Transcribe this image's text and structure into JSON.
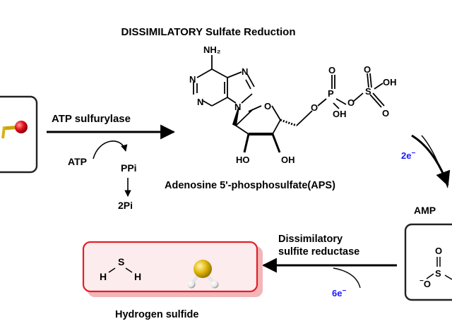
{
  "title": "DISSIMILATORY  Sulfate Reduction",
  "colors": {
    "arrow": "#000000",
    "electrons": "#1a1aff",
    "product_box_border": "#e0202a",
    "product_box_fill": "#fdeced",
    "product_box_shadow": "#f2b6b9",
    "sulfur": "#e2b80c",
    "oxygen": "#e5101a"
  },
  "step1": {
    "enzyme": "ATP sulfurylase",
    "input": "ATP",
    "byproduct": "PPi",
    "hydrolysis_product": "2Pi"
  },
  "aps": {
    "name": "Adenosine 5'-phosphosulfate(APS)",
    "atoms": {
      "nh2": "NH₂",
      "n1": "N",
      "n3": "N",
      "n7": "N",
      "n9": "N",
      "ring_o": "O",
      "oh_left": "HO",
      "oh_right": "OH",
      "o_5p": "O",
      "p": "P",
      "p_o_top": "O",
      "p_oh": "OH",
      "o_bridge": "O",
      "s": "S",
      "s_o_top": "O",
      "s_o_bottom": "O",
      "s_oh": "OH"
    }
  },
  "step2": {
    "electrons": "2e",
    "electron_charge": "−",
    "product": "AMP"
  },
  "sulfite": {
    "atoms": {
      "o_top": "O",
      "s": "S",
      "o_minus": "O",
      "minus": "−"
    }
  },
  "step3": {
    "enzyme_line1": "Dissimilatory",
    "enzyme_line2": "sulfite reductase",
    "electrons": "6e",
    "electron_charge": "−"
  },
  "product": {
    "name": "Hydrogen sulfide",
    "formula_s": "S",
    "formula_h_left": "H",
    "formula_h_right": "H"
  }
}
